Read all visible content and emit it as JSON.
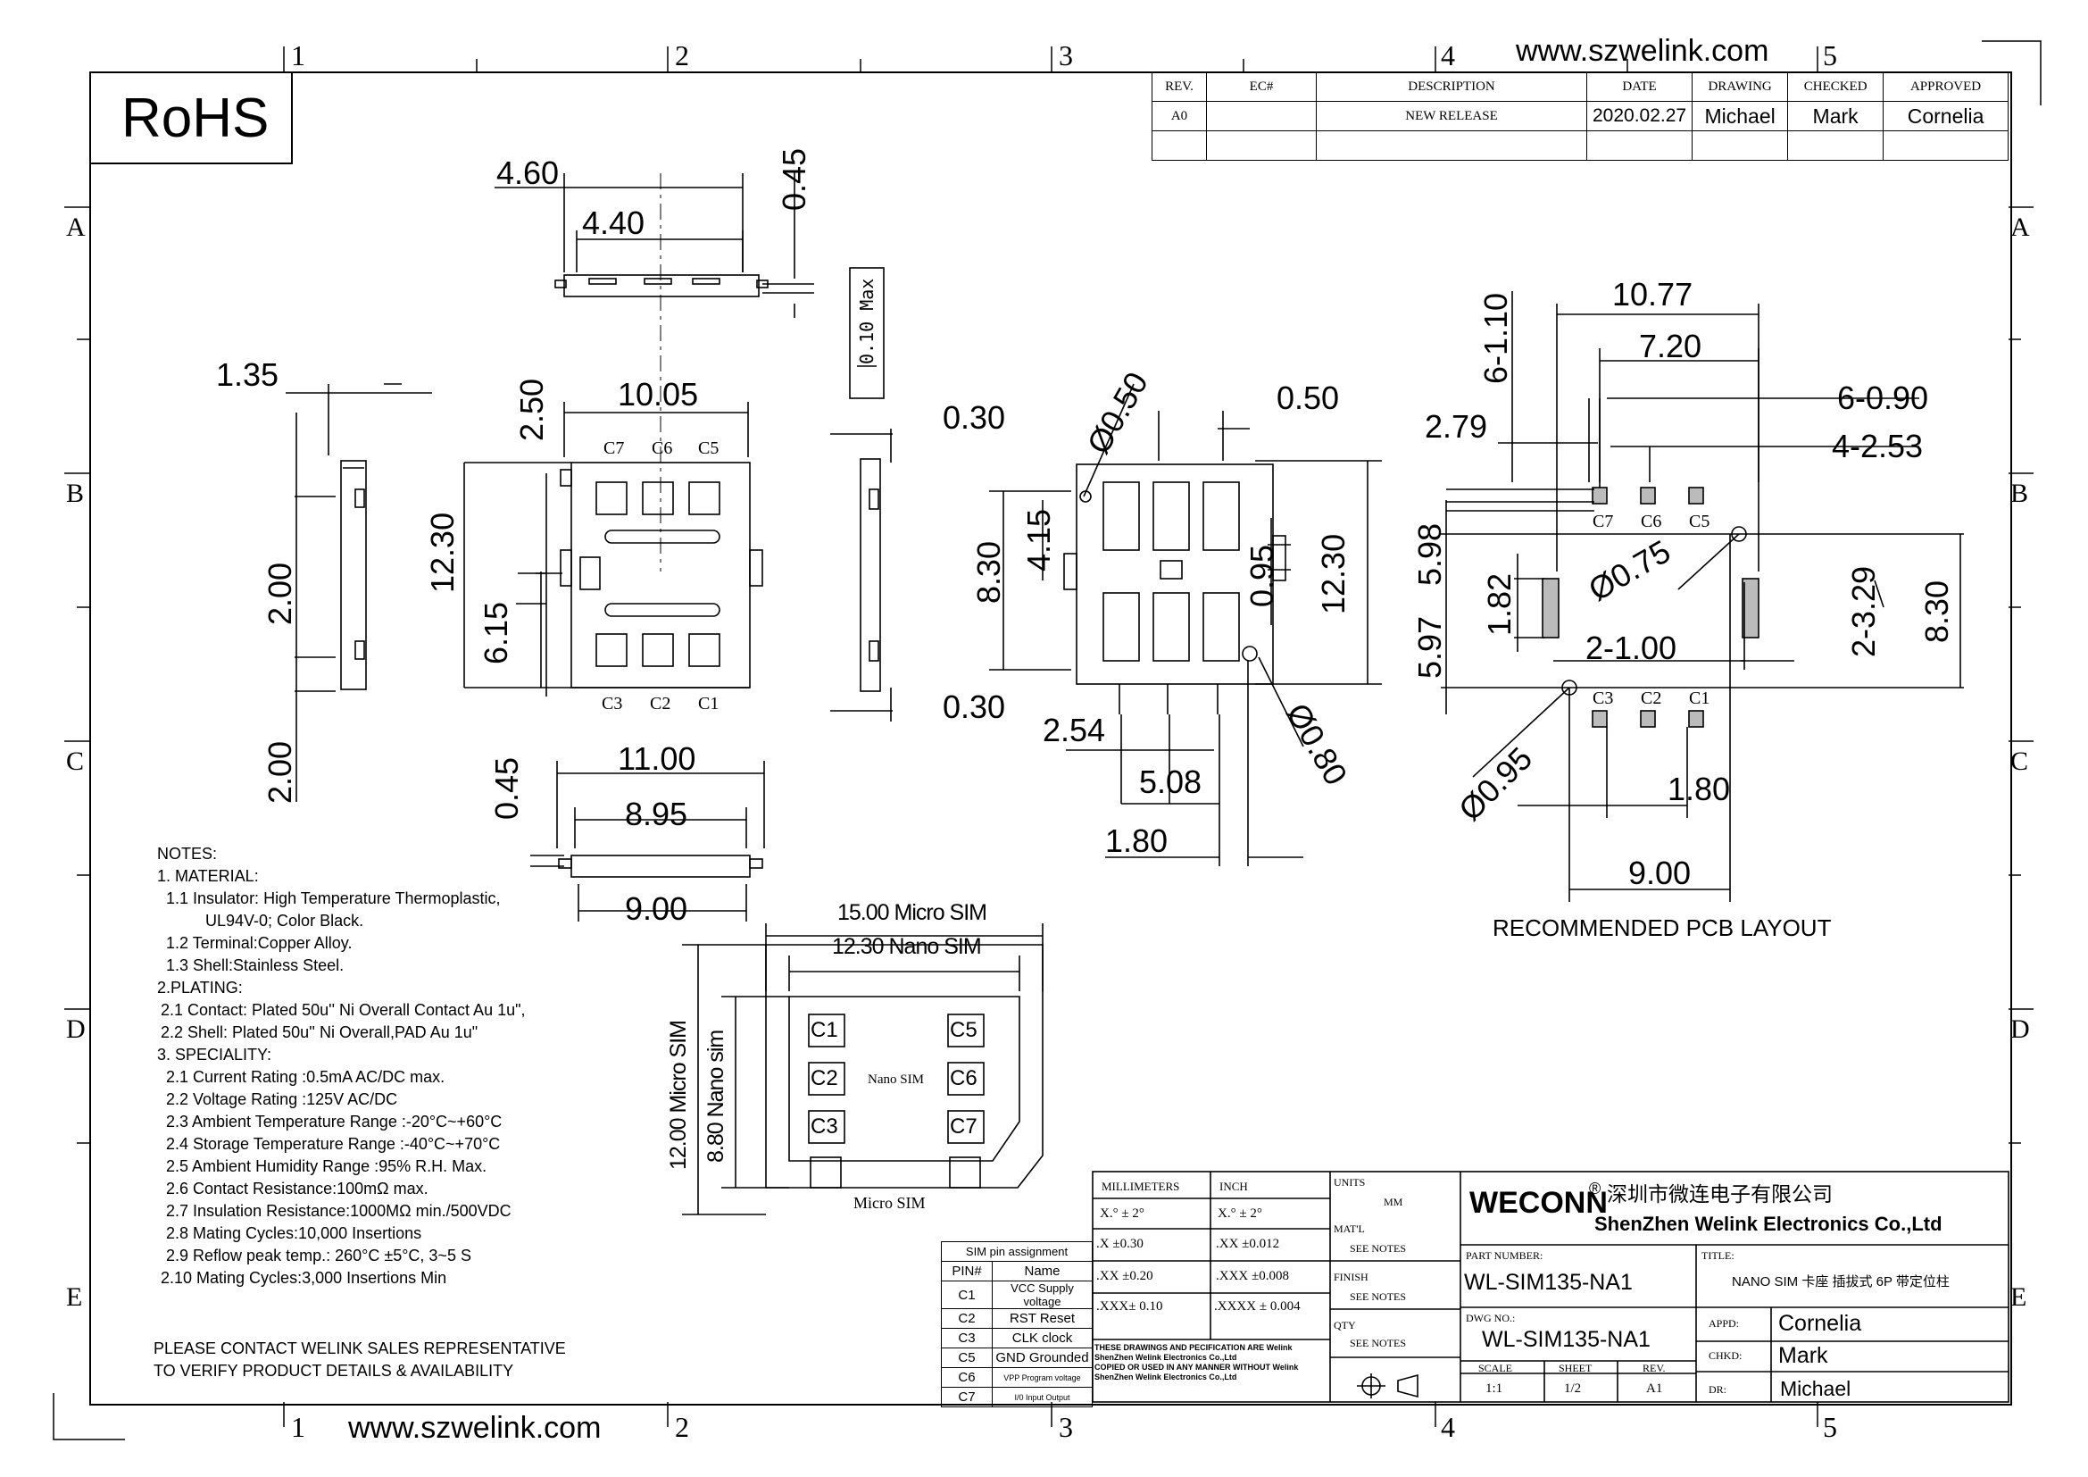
{
  "website": "www.szwelink.com",
  "rohs": "RoHS",
  "zones": {
    "cols": [
      "1",
      "2",
      "3",
      "4",
      "5"
    ],
    "rows": [
      "A",
      "B",
      "C",
      "D",
      "E"
    ]
  },
  "revision": {
    "headers": [
      "REV.",
      "EC#",
      "DESCRIPTION",
      "DATE",
      "DRAWING",
      "CHECKED",
      "APPROVED"
    ],
    "row": [
      "A0",
      "",
      "NEW RELEASE",
      "2020.02.27",
      "Michael",
      "Mark",
      "Cornelia"
    ]
  },
  "dims": {
    "top_460": "4.60",
    "top_440": "4.40",
    "top_045": "0.45",
    "max_010": "0.10 Max",
    "side_135": "1.35",
    "side_200a": "2.00",
    "side_200b": "2.00",
    "front_250": "2.50",
    "front_1005": "10.05",
    "front_1230": "12.30",
    "front_615": "6.15",
    "right_030a": "0.30",
    "right_030b": "0.30",
    "bot_045": "0.45",
    "bot_1100": "11.00",
    "bot_895": "8.95",
    "bot_900": "9.00",
    "v2_050": "Ø0.50",
    "v2_0500": "0.50",
    "v2_830": "8.30",
    "v2_415": "4.15",
    "v2_095": "0.95",
    "v2_1230": "12.30",
    "v2_080": "Ø0.80",
    "v2_254": "2.54",
    "v2_508": "5.08",
    "v2_180": "1.80",
    "pcb_1077": "10.77",
    "pcb_720": "7.20",
    "pcb_6110": "6-1.10",
    "pcb_279": "2.79",
    "pcb_6090": "6-0.90",
    "pcb_4253": "4-2.53",
    "pcb_598": "5.98",
    "pcb_182": "1.82",
    "pcb_075": "Ø0.75",
    "pcb_2329": "2-3.29",
    "pcb_830": "8.30",
    "pcb_597": "5.97",
    "pcb_2100": "2-1.00",
    "pcb_095": "Ø0.95",
    "pcb_180": "1.80",
    "pcb_900": "9.00"
  },
  "contacts_top": [
    "C7",
    "C6",
    "C5"
  ],
  "contacts_bottom": [
    "C3",
    "C2",
    "C1"
  ],
  "pcb_caption": "RECOMMENDED PCB LAYOUT",
  "sim": {
    "micro_w": "15.00 Micro SIM",
    "nano_w": "12.30 Nano SIM",
    "micro_h": "12.00 Micro SIM",
    "nano_h": "8.80 Nano sim",
    "nano_label": "Nano SIM",
    "micro_label": "Micro SIM",
    "pads_left": [
      "C1",
      "C2",
      "C3"
    ],
    "pads_right": [
      "C5",
      "C6",
      "C7"
    ]
  },
  "notes": [
    "NOTES:",
    "1. MATERIAL:",
    "  1.1 Insulator: High Temperature Thermoplastic,",
    "        UL94V-0; Color Black.",
    "  1.2 Terminal:Copper Alloy.",
    "  1.3 Shell:Stainless Steel.",
    "2.PLATING:",
    " 2.1 Contact: Plated 50u'' Ni Overall Contact  Au 1u\",",
    " 2.2 Shell: Plated 50u'' Ni Overall,PAD Au 1u\"",
    "3. SPECIALITY:",
    "  2.1 Current Rating :0.5mA AC/DC max.",
    "  2.2 Voltage Rating :125V AC/DC",
    "  2.3 Ambient Temperature Range :-20°C~+60°C",
    "  2.4 Storage Temperature Range :-40°C~+70°C",
    "  2.5 Ambient Humidity Range :95% R.H. Max.",
    "  2.6 Contact Resistance:100mΩ  max.",
    "  2.7 Insulation Resistance:1000MΩ min./500VDC",
    "  2.8 Mating Cycles:10,000 Insertions",
    "  2.9 Reflow peak temp.:  260°C ±5°C, 3~5 S",
    " 2.10 Mating Cycles:3,000 Insertions Min"
  ],
  "contact_note": [
    "PLEASE CONTACT WELINK SALES REPRESENTATIVE",
    "TO VERIFY PRODUCT DETAILS & AVAILABILITY"
  ],
  "pin_table": {
    "title": "SIM pin assignment",
    "headers": [
      "PIN#",
      "Name"
    ],
    "rows": [
      [
        "C1",
        "VCC Supply voltage"
      ],
      [
        "C2",
        "RST Reset"
      ],
      [
        "C3",
        "CLK clock"
      ],
      [
        "C5",
        "GND Grounded"
      ],
      [
        "C6",
        "VPP Program voltage"
      ],
      [
        "C7",
        "I/0 Input Output"
      ]
    ]
  },
  "tolerance": {
    "headers": [
      "MILLIMETERS",
      "INCH"
    ],
    "rows": [
      [
        "X.°  ± 2°",
        "X.°  ± 2°"
      ],
      [
        ".X   ±0.30",
        ".XX   ±0.012"
      ],
      [
        ".XX  ±0.20",
        ".XXX  ±0.008"
      ],
      [
        ".XXX± 0.10",
        ".XXXX ± 0.004"
      ]
    ],
    "disclaimer": [
      "THESE DRAWINGS AND PECIFICATION ARE Welink",
      "ShenZhen Welink Electronics Co.,Ltd",
      " COPIED OR USED IN ANY MANNER WITHOUT Welink",
      "ShenZhen Welink Electronics Co.,Ltd"
    ]
  },
  "units_col": {
    "units_label": "UNITS",
    "units_value": "MM",
    "matl_label": "MAT'L",
    "matl_value": "SEE NOTES",
    "finish_label": "FINISH",
    "finish_value": "SEE NOTES",
    "qty_label": "QTY",
    "qty_value": "SEE NOTES"
  },
  "title_block": {
    "brand": "WECONN",
    "reg": "®",
    "company_cn": "深圳市微连电子有限公司",
    "company_en": "ShenZhen Welink Electronics Co.,Ltd",
    "part_label": "PART NUMBER:",
    "part": "WL-SIM135-NA1",
    "title_label": "TITLE:",
    "title": "NANO SIM 卡座 插拔式 6P 带定位柱",
    "dwg_label": "DWG NO.:",
    "dwg": "WL-SIM135-NA1",
    "scale_label": "SCALE",
    "scale": "1:1",
    "sheet_label": "SHEET",
    "sheet": "1/2",
    "rev_label": "REV.",
    "rev": "A1",
    "appd_label": "APPD:",
    "appd": "Cornelia",
    "chkd_label": "CHKD:",
    "chkd": "Mark",
    "dr_label": "DR:",
    "dr": "Michael"
  }
}
